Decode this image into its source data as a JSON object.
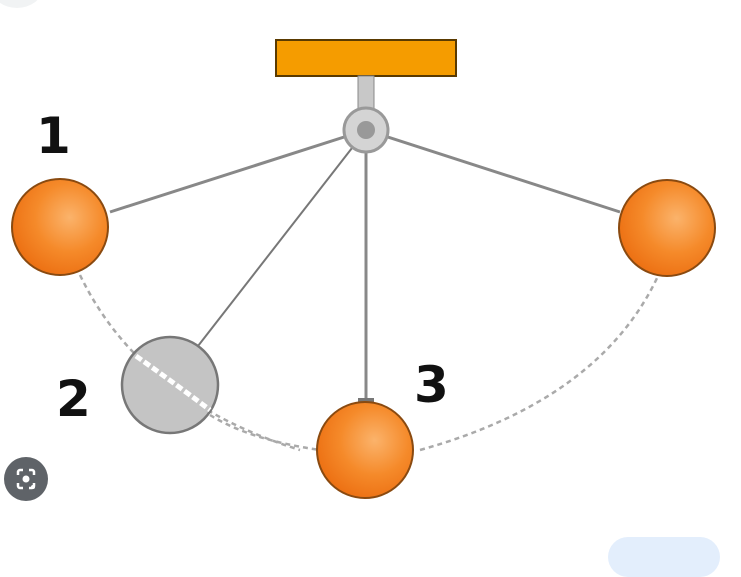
{
  "diagram": {
    "labels": {
      "one": "1",
      "two": "2",
      "three": "3"
    },
    "colors": {
      "bar": "#f59c00",
      "ball": "#f57f1e",
      "ghost_ball": "#c4c4c4",
      "rod": "#8a8a8a"
    }
  },
  "ui": {
    "lens_icon": "visual-search-icon"
  }
}
